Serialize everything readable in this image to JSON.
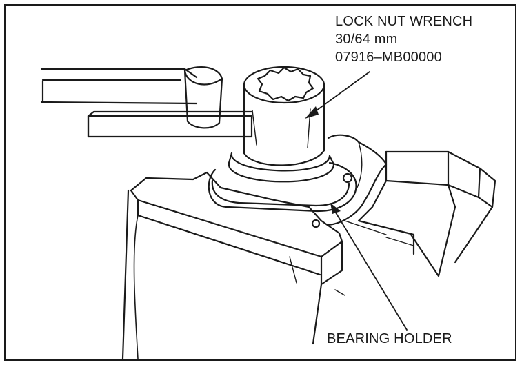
{
  "labels": {
    "wrench_line1": "LOCK NUT WRENCH",
    "wrench_line2": "30/64 mm",
    "wrench_line3": "07916–MB00000",
    "bearing_holder": "BEARING HOLDER"
  },
  "colors": {
    "ink": "#1a1a1a",
    "paper": "#ffffff"
  }
}
